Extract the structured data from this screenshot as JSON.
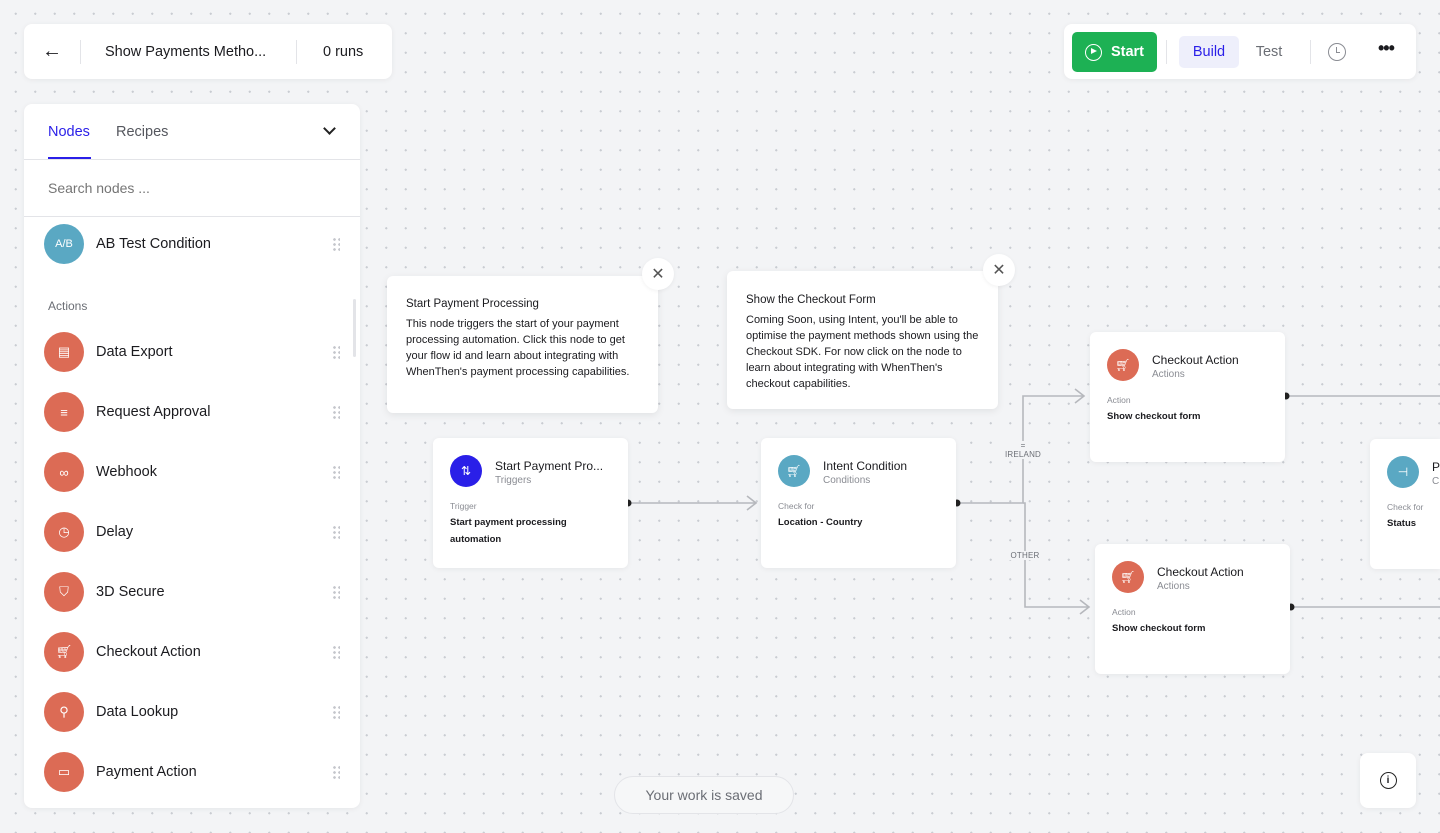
{
  "header": {
    "back_icon": "arrow-left-icon",
    "title": "Show Payments Metho...",
    "runs": "0 runs"
  },
  "toolbar": {
    "start": "Start",
    "build": "Build",
    "test": "Test",
    "history_icon": "history-icon",
    "more_icon": "more-horizontal-icon",
    "start_color": "#1db154",
    "accent": "#2a1fe8"
  },
  "sidebar": {
    "tabs": [
      {
        "label": "Nodes",
        "active": true
      },
      {
        "label": "Recipes",
        "active": false
      }
    ],
    "search_placeholder": "Search nodes ...",
    "top_item": {
      "label": "AB Test Condition",
      "badge": "A/B",
      "color": "#5aa8c3"
    },
    "section": "Actions",
    "items": [
      {
        "label": "Data Export",
        "icon": "document-icon"
      },
      {
        "label": "Request Approval",
        "icon": "filter-icon"
      },
      {
        "label": "Webhook",
        "icon": "link-icon"
      },
      {
        "label": "Delay",
        "icon": "history-icon"
      },
      {
        "label": "3D Secure",
        "icon": "shield-icon"
      },
      {
        "label": "Checkout Action",
        "icon": "cart-icon"
      },
      {
        "label": "Data Lookup",
        "icon": "search-icon"
      },
      {
        "label": "Payment Action",
        "icon": "card-icon"
      }
    ],
    "action_color": "#dc6b55"
  },
  "tooltips": [
    {
      "title": "Start Payment Processing",
      "body": "This node triggers the start of your payment processing automation. Click this node to get your flow id and learn about integrating with WhenThen's payment processing capabilities."
    },
    {
      "title": "Show the Checkout Form",
      "body": "Coming Soon, using Intent, you'll be able to optimise the payment methods shown using the Checkout SDK. For now click on the node to learn about integrating with WhenThen's checkout capabilities."
    }
  ],
  "nodes": [
    {
      "title": "Start Payment Pro...",
      "subtitle": "Triggers",
      "key": "Trigger",
      "value": "Start payment processing automation",
      "color": "#2a1fe8"
    },
    {
      "title": "Intent Condition",
      "subtitle": "Conditions",
      "key": "Check for",
      "value": "Location - Country",
      "color": "#5aa8c3"
    },
    {
      "title": "Checkout Action",
      "subtitle": "Actions",
      "key": "Action",
      "value": "Show checkout form",
      "color": "#dc6b55"
    },
    {
      "title": "Checkout Action",
      "subtitle": "Actions",
      "key": "Action",
      "value": "Show checkout form",
      "color": "#dc6b55"
    },
    {
      "title": "P",
      "subtitle": "C",
      "key": "Check for",
      "value": "Status",
      "color": "#5aa8c3"
    }
  ],
  "edges": {
    "ireland_op": "=",
    "ireland": "IRELAND",
    "other": "OTHER"
  },
  "status": {
    "saved": "Your work is saved"
  },
  "info_icon": "info-icon"
}
